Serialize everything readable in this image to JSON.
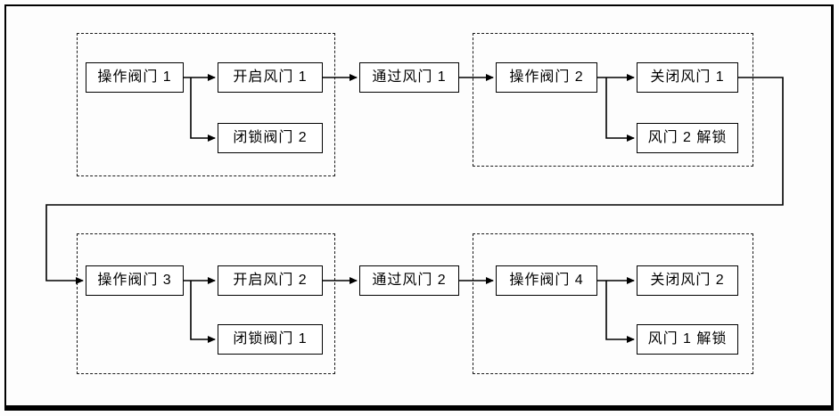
{
  "figure": {
    "type": "flowchart",
    "colors": {
      "line": "#000000",
      "box_border": "#000000",
      "background": "#ffffff"
    }
  },
  "nodes": {
    "operate_valve_1": "操作阀门 1",
    "open_damper_1": "开启风门 1",
    "lock_valve_2": "闭锁阀门 2",
    "pass_damper_1": "通过风门 1",
    "operate_valve_2": "操作阀门 2",
    "close_damper_1": "关闭风门 1",
    "damper_2_unlock": "风门 2 解锁",
    "operate_valve_3": "操作阀门 3",
    "open_damper_2": "开启风门 2",
    "lock_valve_1": "闭锁阀门 1",
    "pass_damper_2": "通过风门 2",
    "operate_valve_4": "操作阀门 4",
    "close_damper_2": "关闭风门 2",
    "damper_1_unlock": "风门 1 解锁"
  },
  "edges": [
    {
      "from": "operate_valve_1",
      "to": "open_damper_1"
    },
    {
      "from": "operate_valve_1",
      "to": "lock_valve_2"
    },
    {
      "from": "open_damper_1",
      "to": "pass_damper_1"
    },
    {
      "from": "pass_damper_1",
      "to": "operate_valve_2"
    },
    {
      "from": "operate_valve_2",
      "to": "close_damper_1"
    },
    {
      "from": "operate_valve_2",
      "to": "damper_2_unlock"
    },
    {
      "from": "close_damper_1",
      "to": "operate_valve_3"
    },
    {
      "from": "operate_valve_3",
      "to": "open_damper_2"
    },
    {
      "from": "operate_valve_3",
      "to": "lock_valve_1"
    },
    {
      "from": "open_damper_2",
      "to": "pass_damper_2"
    },
    {
      "from": "pass_damper_2",
      "to": "operate_valve_4"
    },
    {
      "from": "operate_valve_4",
      "to": "close_damper_2"
    },
    {
      "from": "operate_valve_4",
      "to": "damper_1_unlock"
    }
  ]
}
